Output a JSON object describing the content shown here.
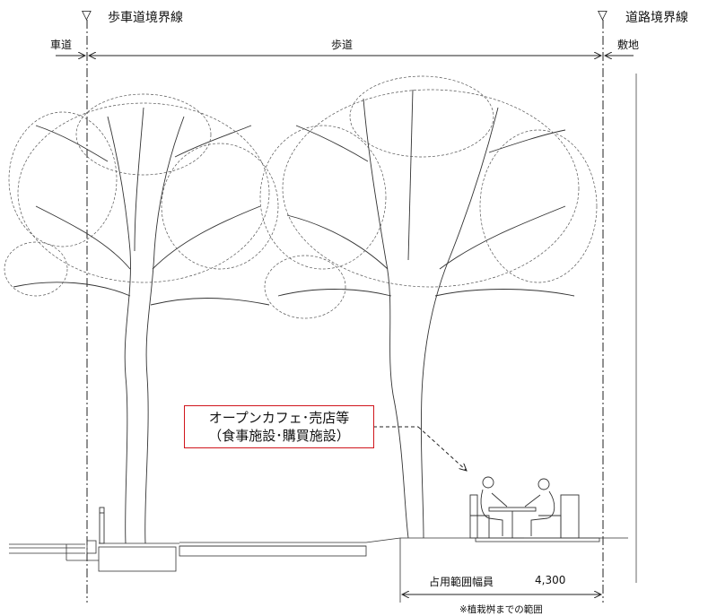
{
  "markers": {
    "left_symbol": "▽",
    "left_label": "歩車道境界線",
    "right_symbol": "▽",
    "right_label": "道路境界線"
  },
  "zones": {
    "roadway": "車道",
    "sidewalk": "歩道",
    "site": "敷地"
  },
  "callout": {
    "line1": "オープンカフェ･売店等",
    "line2": "（食事施設･購買施設）"
  },
  "occupancy": {
    "label": "占用範囲幅員",
    "value": "4,300",
    "note": "※植栽桝までの範囲"
  },
  "colors": {
    "line": "#222222",
    "callout_border": "#d0151c"
  }
}
